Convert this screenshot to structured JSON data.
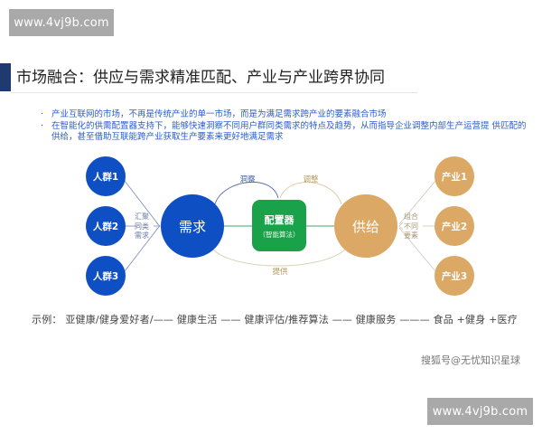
{
  "watermarks": {
    "top": "www.4vj9b.com",
    "bottom": "www.4vj9b.com"
  },
  "header": {
    "title": "市场融合：供应与需求精准匹配、产业与产业跨界协同"
  },
  "bullets": [
    "产业互联网的市场，不再是传统产业的单一市场，而是为满足需求跨产业的要素融合市场",
    "在智能化的供需配置器支持下，能够快速洞察不同用户群同类需求的特点及趋势，从而指导企业调整内部生产运营提 供匹配的供给，甚至借助互联能跨产业获取生产要素来更好地满足需求"
  ],
  "diagram": {
    "left_nodes": [
      "人群1",
      "人群2",
      "人群3"
    ],
    "left_connector_label": [
      "汇聚",
      "同类",
      "需求"
    ],
    "demand": "需求",
    "configurator": {
      "title": "配置器",
      "subtitle": "（智能算法）"
    },
    "supply": "供给",
    "right_connector_label": [
      "组合",
      "不同",
      "要素"
    ],
    "right_nodes": [
      "产业1",
      "产业2",
      "产业3"
    ],
    "arc_labels": {
      "insight": "洞察",
      "adjust": "调整",
      "provide": "提供"
    },
    "colors": {
      "demand_blue": "#0f4fc4",
      "supply_gold": "#dba865",
      "config_green": "#1aa24a",
      "insight_line": "#5a6fa8",
      "adjust_line": "#d9c9a3",
      "provide_line": "#d9d3b8"
    }
  },
  "example": {
    "label": "示例：",
    "text": "亚健康/健身爱好者/—— 健康生活 —— 健康评估/推荐算法 —— 健康服务 ——— 食品 +健身 +医疗"
  },
  "credit": "搜狐号@无忧知识星球"
}
